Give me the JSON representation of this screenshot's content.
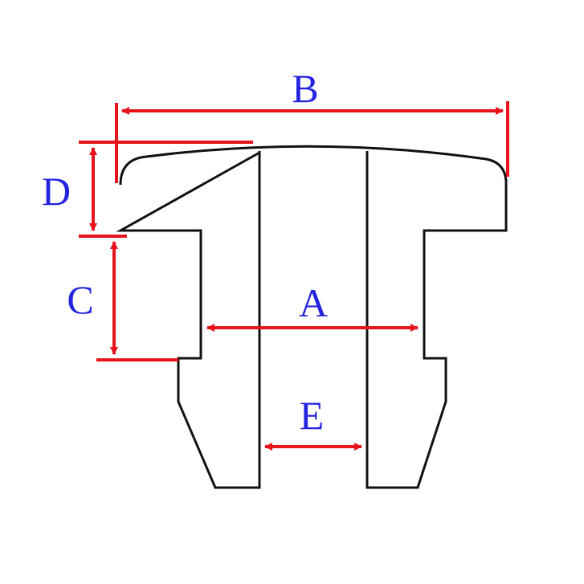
{
  "colors": {
    "dimension": "#e8141b",
    "label": "#2424e0",
    "outline": "#111111"
  },
  "labels": {
    "a": "A",
    "b": "B",
    "c": "C",
    "d": "D",
    "e": "E"
  }
}
